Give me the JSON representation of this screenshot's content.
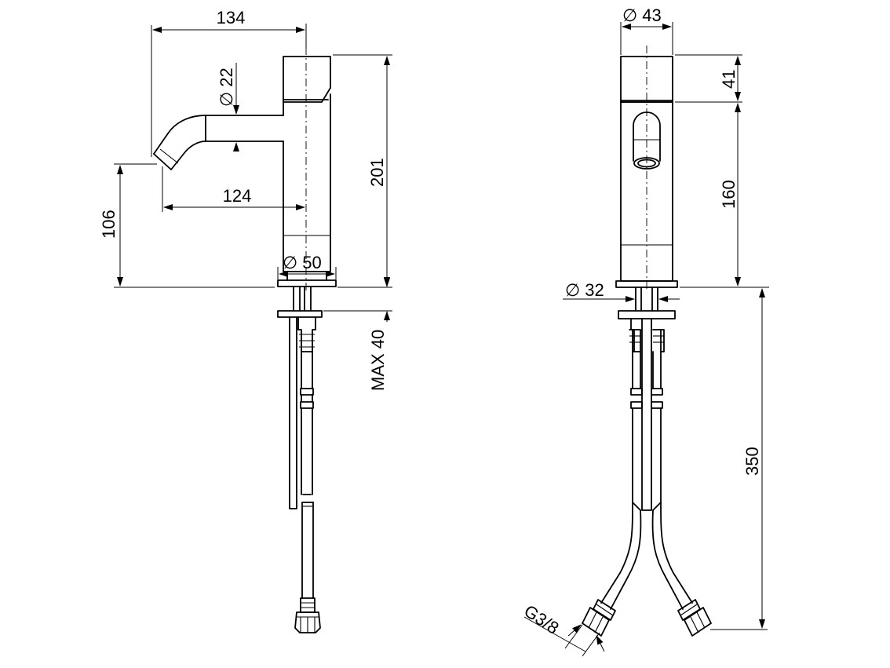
{
  "side_view": {
    "dim_reach_total": "134",
    "dim_spout_dia": "∅ 22",
    "dim_reach_spout": "124",
    "dim_spout_height": "106",
    "dim_total_height": "201",
    "dim_base_dia": "∅ 50",
    "dim_max_deck": "MAX 40"
  },
  "front_view": {
    "dim_body_dia": "∅ 43",
    "dim_cap_height": "41",
    "dim_body_height": "160",
    "dim_hole_dia": "∅ 32",
    "dim_hose_length": "350",
    "dim_thread": "G3/8"
  }
}
